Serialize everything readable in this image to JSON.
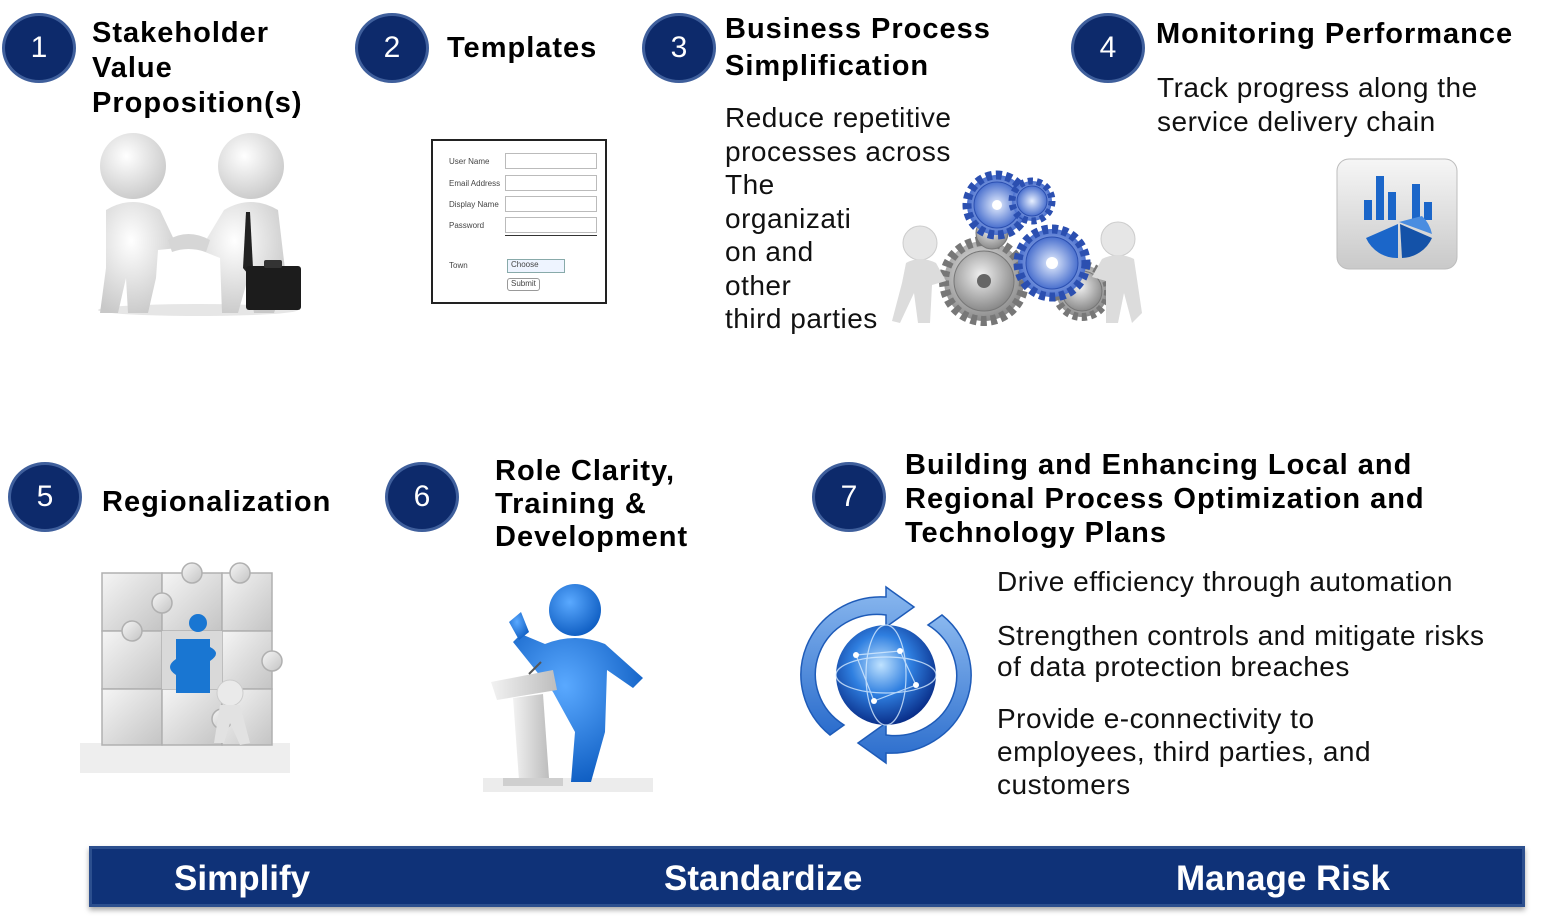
{
  "colors": {
    "badge": "#0d2a6b",
    "bar": "#0f3278",
    "accent_blue": "#1b75d0"
  },
  "steps": [
    {
      "number": "1",
      "title_lines": [
        "Stakeholder",
        "Value",
        "Proposition(s)"
      ],
      "icon": "handshake-icon"
    },
    {
      "number": "2",
      "title_lines": [
        "Templates"
      ],
      "icon": "form-template-icon",
      "form": {
        "labels": [
          "User Name",
          "Email Address",
          "Display Name",
          "Password",
          "Town"
        ],
        "dropdown": "Choose",
        "button": "Submit"
      }
    },
    {
      "number": "3",
      "title_lines": [
        "Business Process",
        "Simplification"
      ],
      "icon": "gears-icon",
      "desc_lines": [
        "Reduce repetitive",
        "processes across",
        "The",
        "organizati",
        "on and",
        "other",
        "third parties"
      ]
    },
    {
      "number": "4",
      "title_lines": [
        "Monitoring Performance"
      ],
      "icon": "analytics-chart-icon",
      "desc_lines": [
        "Track progress along the",
        "service delivery  chain"
      ]
    },
    {
      "number": "5",
      "title_lines": [
        "Regionalization"
      ],
      "icon": "puzzle-icon"
    },
    {
      "number": "6",
      "title_lines": [
        "Role Clarity,",
        "Training &",
        "Development"
      ],
      "icon": "presenter-icon"
    },
    {
      "number": "7",
      "title_lines": [
        "Building and Enhancing Local and",
        "Regional Process Optimization and",
        "Technology  Plans"
      ],
      "icon": "globe-refresh-icon",
      "bullets": [
        [
          "Drive efficiency through automation"
        ],
        [
          "Strengthen controls and mitigate risks",
          "of data  protection breaches"
        ],
        [
          "Provide e-connectivity to",
          "employees, third parties, and",
          "customers"
        ]
      ]
    }
  ],
  "footer": {
    "labels": [
      "Simplify",
      "Standardize",
      "Manage Risk"
    ]
  }
}
